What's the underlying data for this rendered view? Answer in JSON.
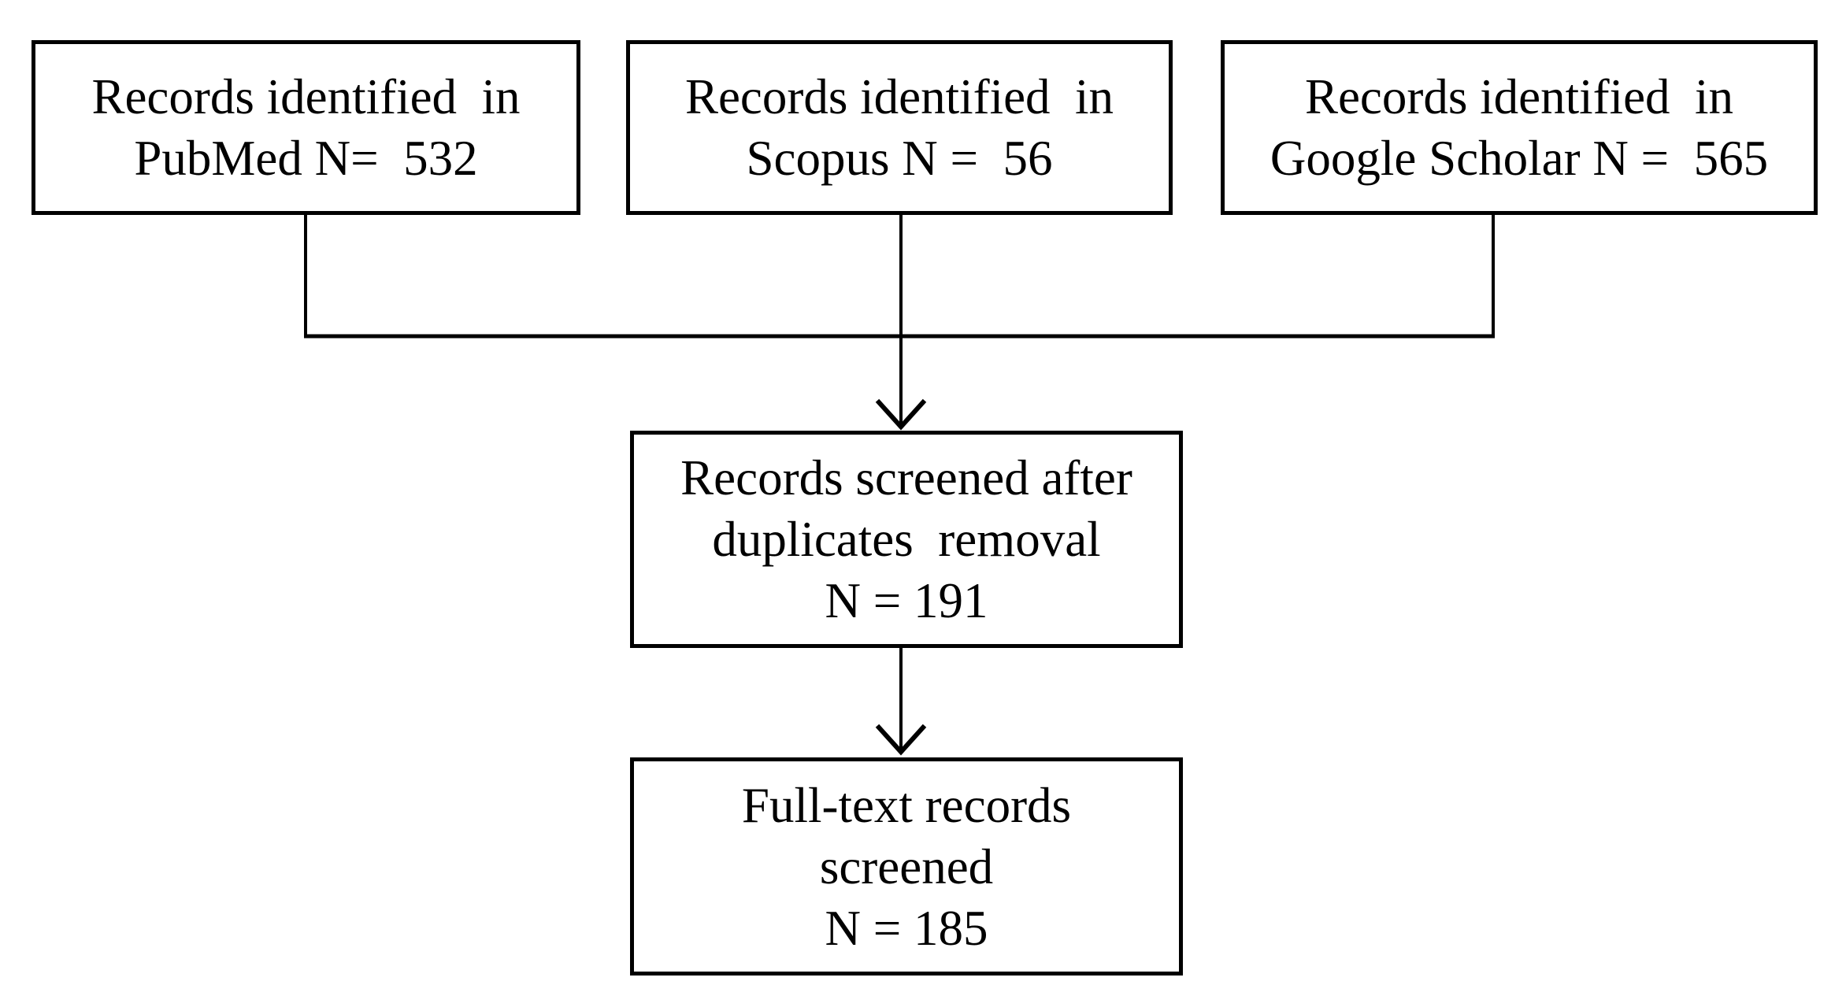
{
  "diagram": {
    "type": "flowchart",
    "colors": {
      "background": "#ffffff",
      "line": "#000000",
      "text": "#000000",
      "box_border": "#000000",
      "box_fill": "#ffffff"
    },
    "boxes": [
      {
        "id": "pubmed",
        "lines": [
          "Records identified  in",
          "PubMed N=  532"
        ]
      },
      {
        "id": "scopus",
        "lines": [
          "Records identified  in",
          "Scopus N =  56"
        ]
      },
      {
        "id": "google-scholar",
        "lines": [
          "Records identified  in",
          "Google Scholar N =  565"
        ]
      },
      {
        "id": "screened-after-duplicates",
        "lines": [
          "Records screened after",
          "duplicates  removal",
          "N = 191"
        ]
      },
      {
        "id": "fulltext-screened",
        "lines": [
          "Full-text records",
          "screened",
          "N = 185"
        ]
      }
    ],
    "connections": [
      {
        "from": "pubmed",
        "to": "screened-after-duplicates",
        "arrow": false
      },
      {
        "from": "scopus",
        "to": "screened-after-duplicates",
        "arrow": true
      },
      {
        "from": "google-scholar",
        "to": "screened-after-duplicates",
        "arrow": false
      },
      {
        "from": "screened-after-duplicates",
        "to": "fulltext-screened",
        "arrow": true
      }
    ]
  }
}
